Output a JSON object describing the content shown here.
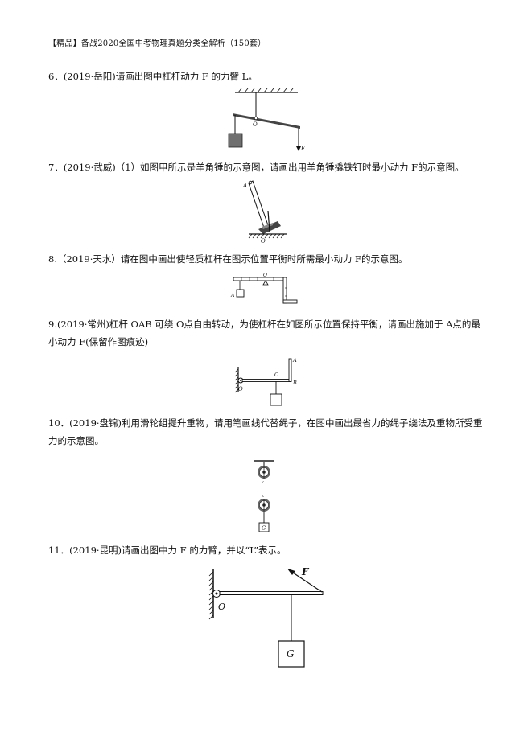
{
  "header": "【精品】备战2020全国中考物理真题分类全解析（150套）",
  "questions": [
    {
      "id": "q6",
      "text": "6．(2019·岳阳)请画出图中杠杆动力 F 的力臂 L。"
    },
    {
      "id": "q7",
      "text": "7．(2019·武威)（1）如图甲所示是羊角锤的示意图，请画出用羊角锤撬铁钉时最小动力 F的示意图。"
    },
    {
      "id": "q8",
      "text": "8.（2019·天水）请在图中画出使轻质杠杆在图示位置平衡时所需最小动力 F的示意图。"
    },
    {
      "id": "q9",
      "text": "9.(2019·常州)杠杆 OAB 可绕 O点自由转动，为使杠杆在如图所示位置保持平衡，请画出施加于 A点的最小动力 F(保留作图痕迹)"
    },
    {
      "id": "q10",
      "text": "10．(2019·盘锦)利用滑轮组提升重物，请用笔画线代替绳子，在图中画出最省力的绳子绕法及重物所受重力的示意图。"
    },
    {
      "id": "q11",
      "text": "11．(2019·昆明)请画出图中力 F 的力臂，并以“L”表示。"
    }
  ],
  "figures": {
    "q6": {
      "pivot": "O",
      "force": "F"
    },
    "q7": {
      "top": "A",
      "pivot": "O"
    },
    "q8": {
      "pivot": "O",
      "end": "A"
    },
    "q9": {
      "pivot": "O",
      "a": "A",
      "b": "B",
      "c": "C"
    },
    "q10": {
      "weight": "G"
    },
    "q11": {
      "pivot": "O",
      "force": "F",
      "weight": "G"
    }
  }
}
